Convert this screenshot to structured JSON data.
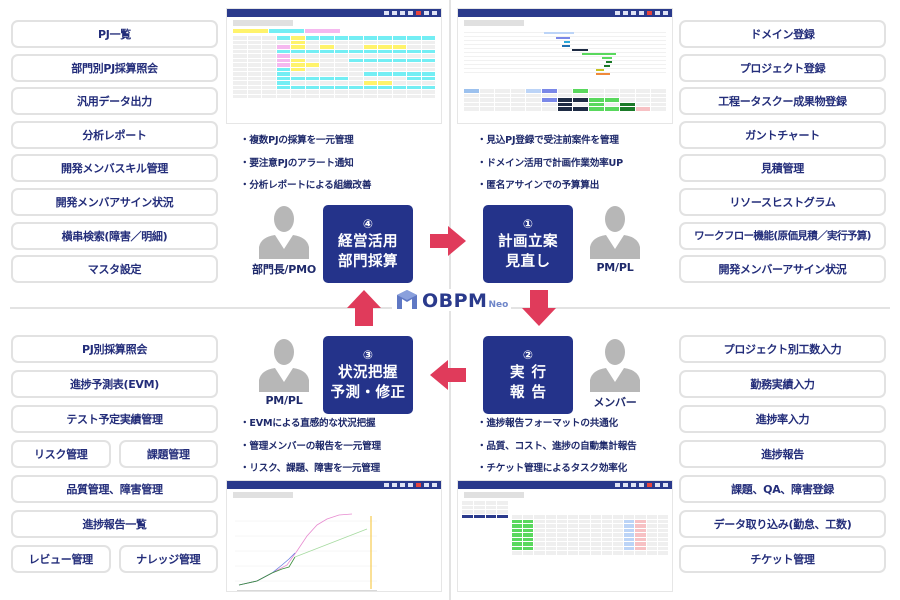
{
  "brand": {
    "name": "OBPM",
    "suffix": "Neo",
    "primary_color": "#24338a",
    "arrow_color": "#e03b5b",
    "person_color": "#b7b7b7"
  },
  "left_top_functions": [
    "PJ一覧",
    "部門別PJ採算照会",
    "汎用データ出力",
    "分析レポート",
    "開発メンバスキル管理",
    "開発メンバアサイン状況",
    "横串検索(障害／明細)",
    "マスタ設定"
  ],
  "right_top_functions": [
    "ドメイン登録",
    "プロジェクト登録",
    "工程ータスクー成果物登録",
    "ガントチャート",
    "見積管理",
    "リソースヒストグラム",
    "ワークフロー機能(原価見積／実行予算)",
    "開発メンバーアサイン状況"
  ],
  "left_bottom_functions": {
    "single_1": "PJ別採算照会",
    "single_2": "進捗予測表(EVM)",
    "single_3": "テスト予定実績管理",
    "pair_1": [
      "リスク管理",
      "課題管理"
    ],
    "single_4": "品質管理、障害管理",
    "single_5": "進捗報告一覧",
    "pair_2": [
      "レビュー管理",
      "ナレッジ管理"
    ]
  },
  "right_bottom_functions": [
    "プロジェクト別工数入力",
    "勤務実績入力",
    "進捗率入力",
    "進捗報告",
    "課題、QA、障害登録",
    "データ取り込み(勤怠、工数)",
    "チケット管理"
  ],
  "steps": {
    "step4": {
      "number": "④",
      "line1": "経営活用",
      "line2": "部門採算",
      "role": "部門長/PMO",
      "bullets": [
        "・複数PJの採算を一元管理",
        "・要注意PJのアラート通知",
        "・分析レポートによる組織改善"
      ]
    },
    "step1": {
      "number": "①",
      "line1": "計画立案",
      "line2": "見直し",
      "role": "PM/PL",
      "bullets": [
        "・見込PJ登録で受注前案件を管理",
        "・ドメイン活用で計画作業効率UP",
        "・匿名アサインでの予算算出"
      ]
    },
    "step3": {
      "number": "③",
      "line1": "状況把握",
      "line2": "予測・修正",
      "role": "PM/PL",
      "bullets": [
        "・EVMによる直感的な状況把握",
        "・管理メンバーの報告を一元管理",
        "・リスク、課題、障害を一元管理"
      ]
    },
    "step2": {
      "number": "②",
      "line1": "実行",
      "line2": "報告",
      "role": "メンバー",
      "bullets": [
        "・進捗報告フォーマットの共通化",
        "・品質、コスト、進捗の自動集計報告",
        "・チケット管理によるタスク効率化"
      ]
    }
  }
}
